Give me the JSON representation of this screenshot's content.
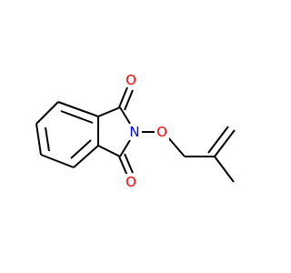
{
  "molecule": {
    "colors": {
      "bond": "#000000",
      "oxygen": "#ff0000",
      "nitrogen": "#0000ff",
      "background": "#ffffff"
    },
    "atoms": {
      "o_carbonyl_top": "O",
      "nitrogen": "N",
      "o_ether": "O",
      "o_carbonyl_bottom": "O"
    }
  }
}
